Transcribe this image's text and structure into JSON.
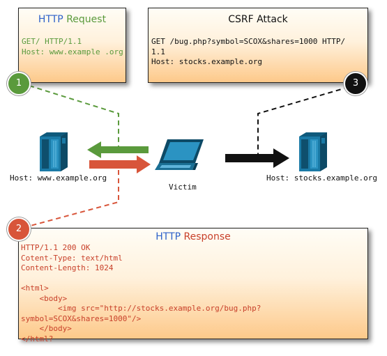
{
  "request_note": {
    "title_part1": "HTTP",
    "title_part2": "Request",
    "body": "GET/ HTTP/1.1\nHost: www.example .org"
  },
  "attack_note": {
    "title": "CSRF Attack",
    "body": "GET /bug.php?symbol=SCOX&shares=1000 HTTP/\n1.1\nHost: stocks.example.org"
  },
  "response_note": {
    "title_part1": "HTTP",
    "title_part2": "Response",
    "body": "HTTP/1.1 200 OK\nCotent-Type: text/html\nContent-Length: 1024\n\n<html>\n    <body>\n        <img src=\"http://stocks.example.org/bug.php?\nsymbol=SCOX&shares=1000\"/>\n    </body>\n</html?"
  },
  "badges": {
    "step1": "1",
    "step2": "2",
    "step3": "3"
  },
  "labels": {
    "left_server": "Host: www.example.org",
    "victim": "Victim",
    "right_server": "Host: stocks.example.org"
  },
  "colors": {
    "green": "#5a9a3c",
    "red": "#d8553a",
    "blue": "#2e62c9",
    "black": "#111111",
    "server_teal": "#1a6f94"
  },
  "icons": {
    "left_server": "server-icon",
    "victim": "laptop-icon",
    "right_server": "server-icon"
  }
}
